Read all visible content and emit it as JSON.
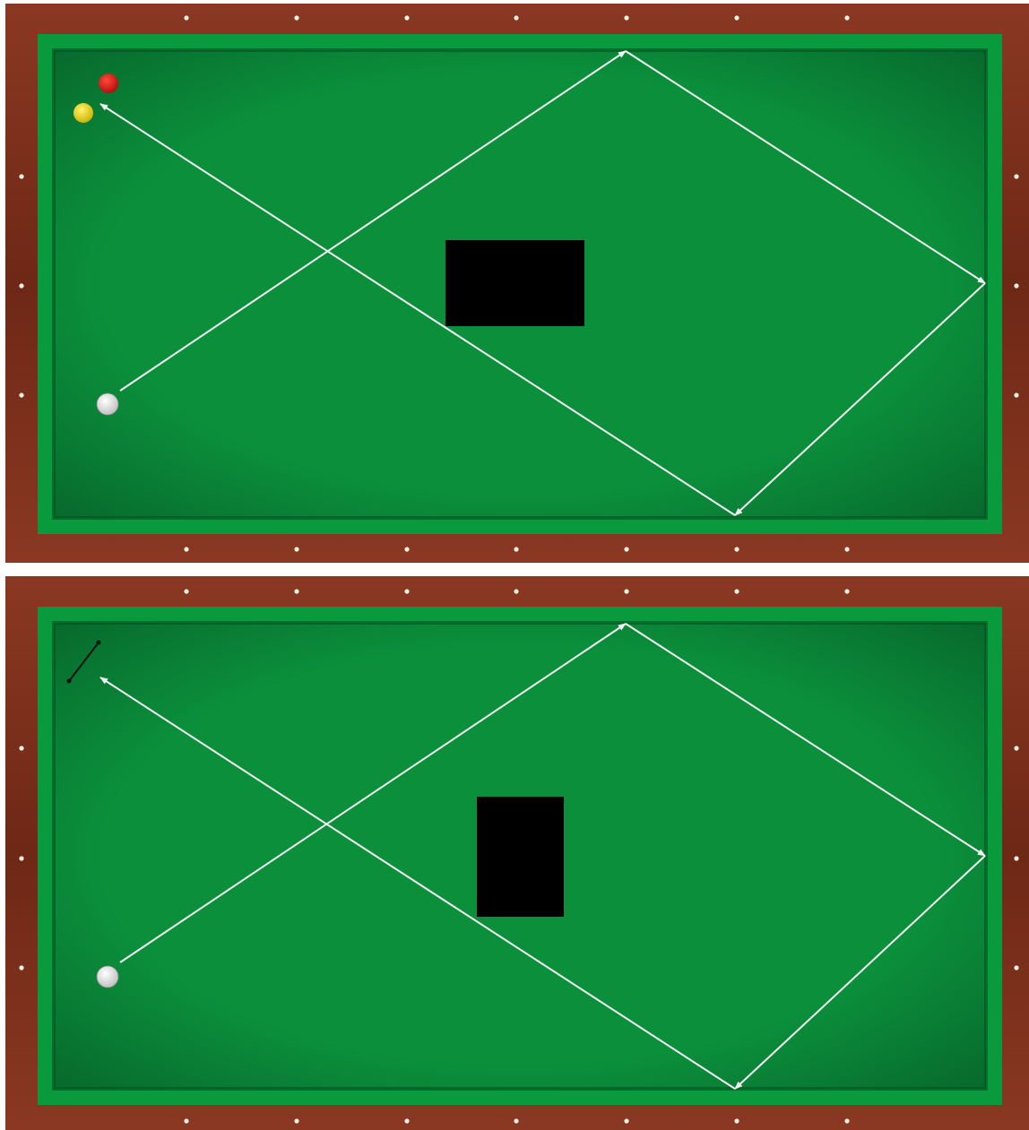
{
  "colors": {
    "rail_wood": "#7a2e1c",
    "rail_wood_dark": "#4e1a0e",
    "cushion": "#0a9a3e",
    "cloth": "#0b8c3a",
    "diamond": "#f4f0e4",
    "path_line": "#f2f6f2",
    "obstacle": "#000000",
    "cue_ball": "#f2f2f2",
    "red_ball": "#e0161a",
    "yellow_ball": "#f2e016",
    "marker": "#111111"
  },
  "tables": [
    {
      "id": "top",
      "icons": [
        "cue-ball-icon",
        "red-ball-icon",
        "yellow-ball-icon"
      ],
      "obstacle": "wide-rectangle",
      "balls": [
        "cue-ball",
        "red-ball",
        "yellow-ball"
      ]
    },
    {
      "id": "bottom",
      "icons": [
        "cue-ball-icon",
        "aim-marker-icon"
      ],
      "obstacle": "tall-rectangle",
      "balls": [
        "cue-ball"
      ]
    }
  ]
}
